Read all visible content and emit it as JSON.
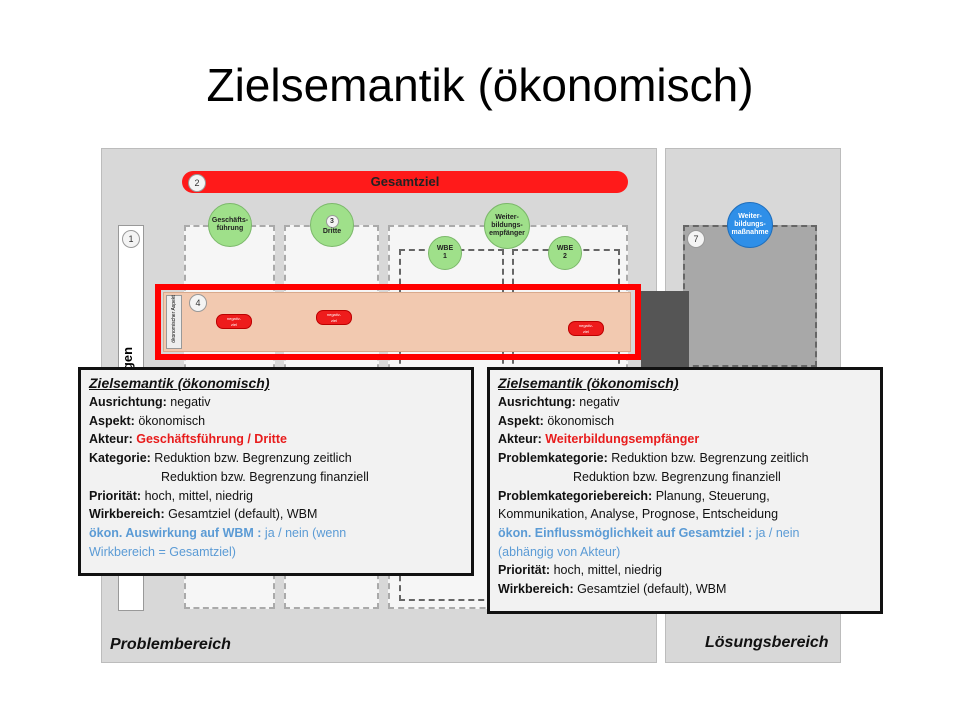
{
  "title": "Zielsemantik (ökonomisch)",
  "areas": {
    "problem_label": "Problembereich",
    "solution_label": "Lösungsbereich"
  },
  "diagram": {
    "goal_bar_label": "Gesamtziel",
    "goal_number": "2",
    "number_1": "1",
    "number_3": "3",
    "number_4": "4",
    "number_7": "7",
    "vertical_label_fragment": "gen",
    "actors": {
      "management": "Geschäfts-\nführung",
      "third": "Dritte",
      "trainee": "Weiter-\nbildungs-\nempfänger",
      "wbe1": "WBE\n1",
      "wbe2": "WBE\n2",
      "measure": "Weiter-\nbildungs-\nmaßnahme"
    },
    "aspect_label": "ökonomischer Aspekt",
    "neg_pill_label": "negativ-\nziel"
  },
  "colors": {
    "goal_red": "#ff1a1a",
    "highlight_red": "#ff0000",
    "actor_green": "#9fe08a",
    "measure_blue": "#2f8fe8",
    "emphasis_red": "#e81c1c",
    "light_blue_text": "#5b9bd5"
  },
  "left_box": {
    "heading": "Zielsemantik (ökonomisch)",
    "rows": [
      {
        "label": "Ausrichtung:",
        "value": " negativ"
      },
      {
        "label": "Aspekt:",
        "value": " ökonomisch"
      },
      {
        "label": "Akteur:",
        "value": " Geschäftsführung / Dritte"
      },
      {
        "label": "Kategorie:",
        "value": " Reduktion bzw. Begrenzung zeitlich"
      },
      {
        "cont": "Reduktion bzw. Begrenzung finanziell"
      },
      {
        "label": "Priorität:",
        "value": " hoch, mittel, niedrig"
      },
      {
        "label": "Wirkbereich:",
        "value": " Gesamtziel (default), WBM"
      },
      {
        "label": "ökon. Auswirkung auf WBM :",
        "value": " ja / nein (wenn"
      },
      {
        "cont": "Wirkbereich = Gesamtziel)"
      }
    ]
  },
  "right_box": {
    "heading": "Zielsemantik (ökonomisch)",
    "rows": [
      {
        "label": "Ausrichtung:",
        "value": " negativ"
      },
      {
        "label": "Aspekt:",
        "value": " ökonomisch"
      },
      {
        "label": "Akteur:",
        "value": " Weiterbildungsempfänger"
      },
      {
        "label": "Problemkategorie:",
        "value": " Reduktion bzw. Begrenzung zeitlich"
      },
      {
        "cont": "Reduktion bzw. Begrenzung finanziell"
      },
      {
        "label": "Problemkategoriebereich:",
        "value": " Planung, Steuerung,"
      },
      {
        "cont": "Kommunikation, Analyse, Prognose, Entscheidung"
      },
      {
        "label": "ökon. Einflussmöglichkeit auf Gesamtziel :",
        "value": " ja / nein"
      },
      {
        "cont": "(abhängig von Akteur)"
      },
      {
        "label": "Priorität:",
        "value": " hoch, mittel, niedrig"
      },
      {
        "label": "Wirkbereich:",
        "value": " Gesamtziel (default),  WBM"
      }
    ]
  }
}
